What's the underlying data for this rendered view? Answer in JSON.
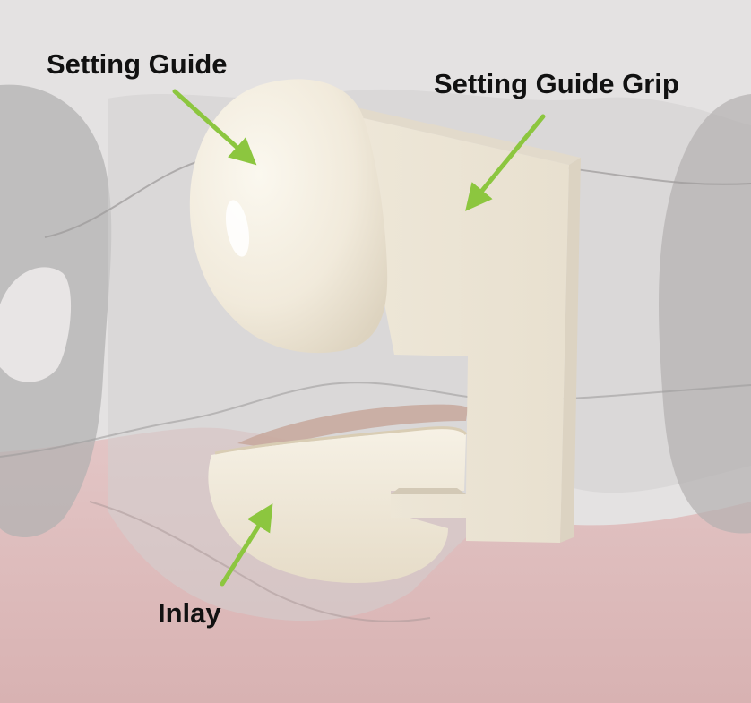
{
  "labels": {
    "setting_guide": "Setting Guide",
    "setting_guide_grip": "Setting Guide Grip",
    "inlay": "Inlay"
  },
  "colors": {
    "background": "#e4e2e2",
    "gingiva": "#dcbdbd",
    "tooth_translucent": "#bdbbbb",
    "guide_material": "#f0e9da",
    "arrow": "#8cc63f",
    "label_text": "#111111"
  }
}
